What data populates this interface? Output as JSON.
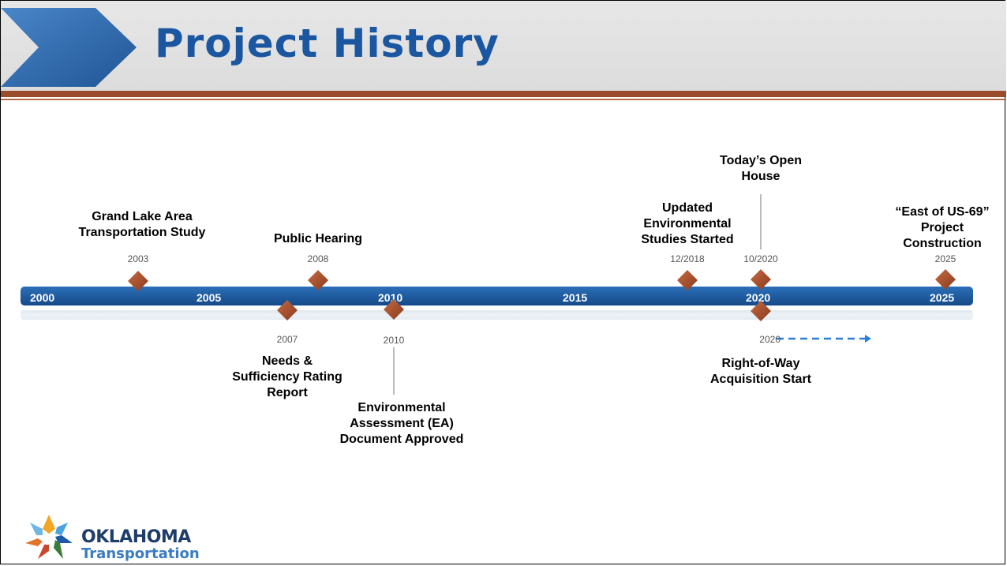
{
  "slide": {
    "title": "Project History"
  },
  "timeline": {
    "axis_years": [
      "2000",
      "2005",
      "2010",
      "2015",
      "2020",
      "2025"
    ],
    "bar_color": "#1a5aa0",
    "marker_color": "#a24a26",
    "arrow_color": "#2a7fd4",
    "above": [
      {
        "date": "2003",
        "label": "Grand Lake Area\nTransportation Study"
      },
      {
        "date": "2008",
        "label": "Public Hearing"
      },
      {
        "date": "12/2018",
        "label": "Updated\nEnvironmental\nStudies Started"
      },
      {
        "date": "10/2020",
        "label": "Today’s Open\nHouse"
      },
      {
        "date": "2025",
        "label": "“East of US-69”\nProject\nConstruction"
      }
    ],
    "below": [
      {
        "date": "2007",
        "label": "Needs &\nSufficiency Rating\nReport"
      },
      {
        "date": "2010",
        "label": "Environmental\nAssessment (EA)\nDocument Approved"
      },
      {
        "date": "2020",
        "label": "Right-of-Way\nAcquisition Start"
      }
    ]
  },
  "logo": {
    "name": "OKLAHOMA",
    "sub": "Transportation"
  }
}
